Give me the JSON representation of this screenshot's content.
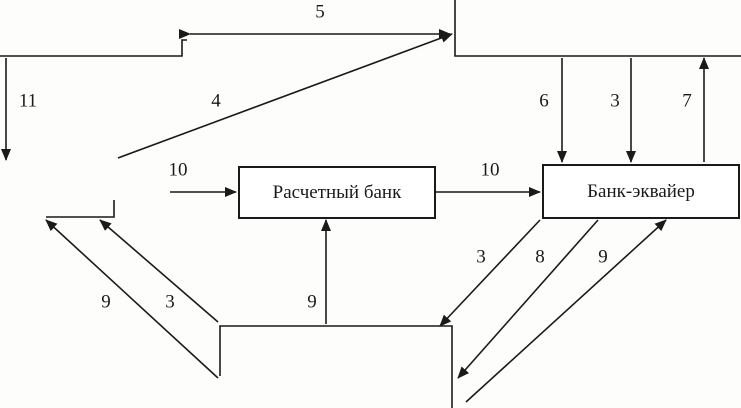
{
  "nodes": {
    "settlement_bank": "Расчетный банк",
    "acquirer_bank": "Банк-эквайер"
  },
  "arrow_labels": {
    "a5": "5",
    "a11": "11",
    "a4": "4",
    "a6": "6",
    "a3_top": "3",
    "a7": "7",
    "a10_left": "10",
    "a10_right": "10",
    "a3_diag": "3",
    "a8": "8",
    "a9_right": "9",
    "a9_left": "9",
    "a3_left": "3",
    "a9_center": "9"
  },
  "colors": {
    "ink": "#1a1a1a",
    "paper": "#fdfdfb"
  }
}
